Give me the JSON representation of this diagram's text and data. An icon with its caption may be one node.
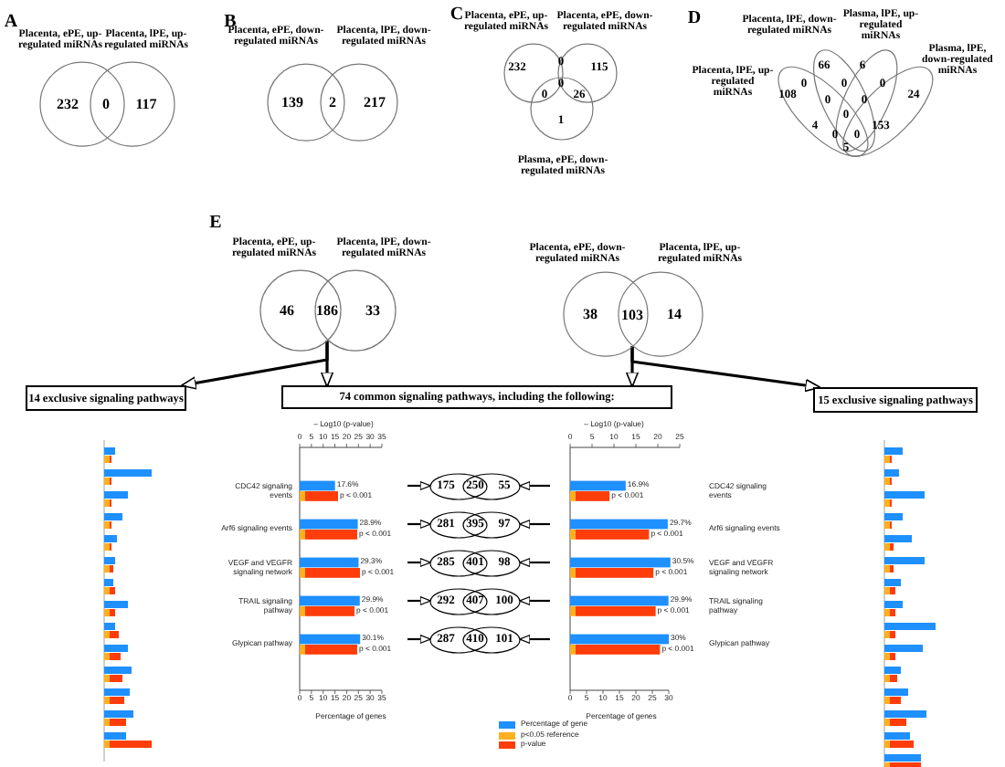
{
  "diagram": {
    "nodes": [
      {
        "text": [
          "Placenta, ePE, up-regulated miRNAs"
        ]
      },
      {
        "text": [
          "Placenta, lPE, up-regulated miRNAs"
        ]
      },
      {
        "text": [
          "Placenta, ePE, down-regulated miRNAs"
        ]
      },
      {
        "text": [
          "Placenta, lPE, down-regulated miRNAs"
        ]
      },
      {
        "text": [
          "Placenta, ePE, up-regulated miRNAs"
        ]
      },
      {
        "text": [
          "Placenta, ePE, down-regulated miRNAs"
        ]
      },
      {
        "text": [
          "Plasma, ePE, down-regulated miRNAs"
        ]
      },
      {
        "text": [
          "Placenta, lPE, up-regulated miRNAs"
        ]
      },
      {
        "text": [
          "Placenta, lPE, down-regulated miRNAs"
        ]
      },
      {
        "text": [
          "Plasma, lPE, up-regulated miRNAs"
        ]
      },
      {
        "text": [
          "Plasma, lPE, down-regulated miRNAs"
        ]
      },
      {
        "text": [
          "Placenta, ePE, up-regulated miRNAs"
        ]
      },
      {
        "text": [
          "Placenta, lPE, down-regulated miRNAs"
        ]
      },
      {
        "text": [
          "186"
        ]
      },
      {
        "text": [
          "Placenta, ePE, down-regulated miRNAs"
        ]
      },
      {
        "text": [
          "Placenta, lPE, up-regulated miRNAs"
        ]
      },
      {
        "text": [
          "103"
        ]
      },
      {
        "text": [
          "14 exclusive signaling pathways"
        ]
      },
      {
        "text": [
          "74 common signaling pathways, including the following:"
        ]
      },
      {
        "text": [
          "15 exclusive signaling pathways"
        ]
      },
      {
        "text": [
          "175",
          "250",
          "55"
        ]
      },
      {
        "text": [
          "281",
          "395",
          "97"
        ]
      },
      {
        "text": [
          "285",
          "401",
          "98"
        ]
      },
      {
        "text": [
          "292",
          "407",
          "100"
        ]
      },
      {
        "text": [
          "287",
          "410",
          "101"
        ]
      }
    ],
    "edges": [
      {
        "from": 13,
        "to": 17,
        "arrow": "to"
      },
      {
        "from": 13,
        "to": 18,
        "arrow": "to"
      },
      {
        "from": 16,
        "to": 18,
        "arrow": "to"
      },
      {
        "from": 16,
        "to": 19,
        "arrow": "to"
      },
      {
        "from": null,
        "to": 20,
        "arrow": "to"
      },
      {
        "from": null,
        "to": 21,
        "arrow": "to"
      },
      {
        "from": null,
        "to": 22,
        "arrow": "to"
      },
      {
        "from": null,
        "to": 23,
        "arrow": "to"
      },
      {
        "from": null,
        "to": 24,
        "arrow": "to"
      },
      {
        "from": null,
        "to": 20,
        "arrow": "to"
      },
      {
        "from": null,
        "to": 21,
        "arrow": "to"
      },
      {
        "from": null,
        "to": 22,
        "arrow": "to"
      },
      {
        "from": null,
        "to": 23,
        "arrow": "to"
      },
      {
        "from": null,
        "to": 24,
        "arrow": "to"
      }
    ],
    "labels": [
      "A",
      "232",
      "0",
      "117",
      "B",
      "139",
      "2",
      "217",
      "C",
      "232",
      "0",
      "115",
      "0",
      "0",
      "26",
      "1",
      "D",
      "66",
      "6",
      "0",
      "0",
      "0",
      "108",
      "0",
      "0",
      "24",
      "0",
      "4",
      "153",
      "0",
      "0",
      "5",
      "E",
      "46",
      "33",
      "38",
      "14",
      "– Log10 (p-value)",
      "0",
      "5",
      "10",
      "15",
      "20",
      "25",
      "30",
      "35",
      "CDC42 signaling events",
      "17.6%",
      "p < 0.001",
      "Arf6 signaling events",
      "28.9%",
      "p < 0.001",
      "VEGF and VEGFR signaling network",
      "29.3%",
      "p < 0.001",
      "TRAIL signaling pathway",
      "29.9%",
      "p < 0.001",
      "Glypican pathway",
      "30.1%",
      "p < 0.001",
      "0",
      "5",
      "10",
      "15",
      "20",
      "25",
      "30",
      "35",
      "Percentage of genes",
      "– Log10 (p-value)",
      "0",
      "5",
      "10",
      "15",
      "20",
      "25",
      "16.9%",
      "p < 0.001",
      "CDC42 signaling events",
      "29.7%",
      "p < 0.001",
      "Arf6 signaling events",
      "30.5%",
      "p < 0.001",
      "VEGF and VEGFR signaling network",
      "29.9%",
      "p < 0.001",
      "TRAIL signaling pathway",
      "30%",
      "p < 0.001",
      "Glypican pathway",
      "0",
      "5",
      "10",
      "15",
      "20",
      "25",
      "30",
      "Percentage of genes"
    ],
    "legend": [
      {
        "text": "Percentage of gene",
        "color": "#1e90ff"
      },
      {
        "text": "p<0.05 reference",
        "color": "#ffb020"
      },
      {
        "text": "p-value",
        "color": "#ff3d0a"
      }
    ]
  }
}
